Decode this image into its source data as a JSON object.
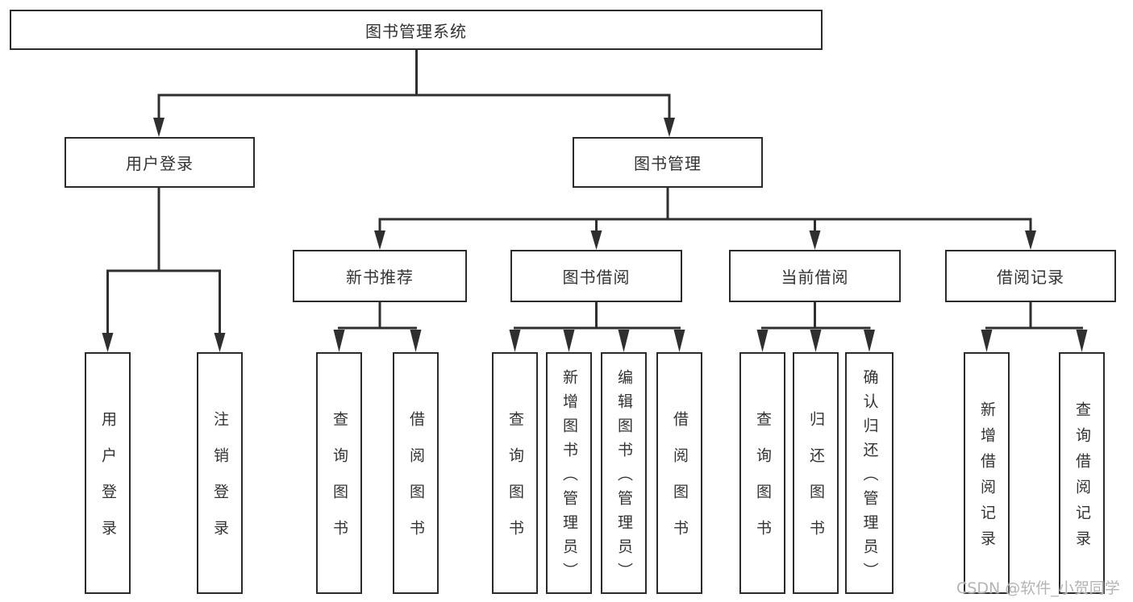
{
  "diagram": {
    "root": {
      "label": "图书管理系统"
    },
    "level2": [
      {
        "label": "用户登录"
      },
      {
        "label": "图书管理"
      }
    ],
    "level3": [
      {
        "label": "新书推荐"
      },
      {
        "label": "图书借阅"
      },
      {
        "label": "当前借阅"
      },
      {
        "label": "借阅记录"
      }
    ],
    "leaves": [
      {
        "label": "用户登录"
      },
      {
        "label": "注销登录"
      },
      {
        "label": "查询图书"
      },
      {
        "label": "借阅图书"
      },
      {
        "label": "查询图书"
      },
      {
        "label": "新增图书（管理员）"
      },
      {
        "label": "编辑图书（管理员）"
      },
      {
        "label": "借阅图书"
      },
      {
        "label": "查询图书"
      },
      {
        "label": "归还图书"
      },
      {
        "label": "确认归还（管理员）"
      },
      {
        "label": "新增借阅记录"
      },
      {
        "label": "查询借阅记录"
      }
    ]
  },
  "watermark": {
    "text": "CSDN @软件_小贺同学"
  },
  "colors": {
    "line": "#2f2f2f",
    "box_border": "#2b2b2b",
    "text": "#333333",
    "watermark": "#b4b4b4",
    "background": "#ffffff"
  }
}
